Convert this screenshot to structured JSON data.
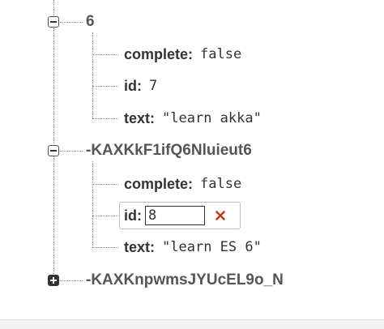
{
  "tree": {
    "node_6": {
      "key": "6",
      "expanded": true,
      "children": [
        {
          "key": "complete:",
          "value": "false"
        },
        {
          "key": "id:",
          "value": "7"
        },
        {
          "key": "text:",
          "value": "\"learn akka\""
        }
      ]
    },
    "node_kax_kkf": {
      "key": "-KAXKkF1ifQ6Nluieut6",
      "expanded": true,
      "children": [
        {
          "key": "complete:",
          "value": "false"
        },
        {
          "key": "id:",
          "value": "8",
          "editing": true
        },
        {
          "key": "text:",
          "value": "\"learn ES 6\""
        }
      ]
    },
    "node_kax_knp": {
      "key": "-KAXKnpwmsJYUcEL9o_N",
      "expanded": false
    }
  },
  "colors": {
    "cancel_icon": "#c0392b",
    "guide_line": "#8a8a8a",
    "text": "#333333"
  },
  "icons": {
    "collapse": "minus-box-icon",
    "expand": "plus-box-icon",
    "cancel": "close-icon"
  }
}
